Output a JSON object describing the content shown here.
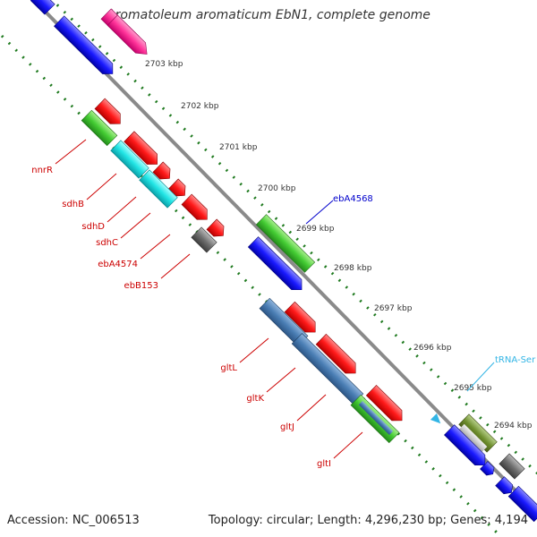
{
  "title": "Aromatoleum aromaticum EbN1, complete genome",
  "footer": {
    "accession": "Accession: NC_006513",
    "summary": "Topology: circular; Length: 4,296,230 bp; Genes: 4,194"
  },
  "colors": {
    "backbone": "#8a8a8a",
    "tick_dots": "#1f7a1f",
    "forward_cds": "#ff1a1a",
    "reverse_cds": "#1a1aff",
    "pink_feature": "#ff3399",
    "green_feature": "#44cc33",
    "cyan_feature": "#22e5e5",
    "steelblue_feature": "#4a7eb4",
    "gray_feature": "#6e6e6e",
    "olive_feature": "#6e8e2e",
    "label_red": "#cc0000",
    "label_blue": "#0000cc",
    "label_cyan": "#33b5e5"
  },
  "scale_labels": [
    "2703 kbp",
    "2702 kbp",
    "2701 kbp",
    "2700 kbp",
    "2699 kbp",
    "2698 kbp",
    "2697 kbp",
    "2696 kbp",
    "2695 kbp",
    "2694 kbp"
  ],
  "gene_labels": {
    "left": [
      "nnrR",
      "sdhB",
      "sdhD",
      "sdhC",
      "ebA4574",
      "ebB153",
      "gltL",
      "gltK",
      "gltJ",
      "gltI"
    ],
    "right": [
      "ebA4568",
      "tRNA-Ser"
    ]
  }
}
